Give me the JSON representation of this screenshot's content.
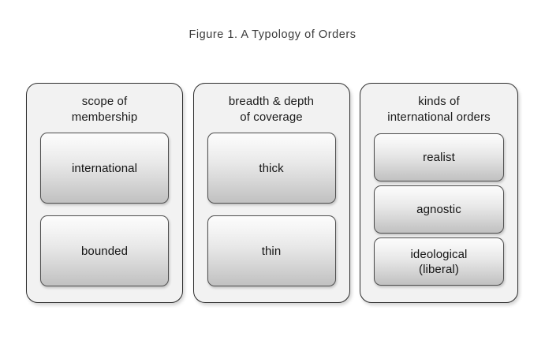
{
  "figure": {
    "title": "Figure 1. A Typology of Orders",
    "background_color": "#ffffff",
    "card_fill_color": "#f2f2f2",
    "box_gradient_top_color": "#fcfcfc",
    "box_gradient_bottom_color": "#c2c2c2",
    "border_color": "#2e2e2e",
    "title_color": "#3b3b3b"
  },
  "columns": [
    {
      "header": "scope of\nmembership",
      "items": [
        {
          "label": "international"
        },
        {
          "label": "bounded"
        }
      ]
    },
    {
      "header": "breadth & depth\nof coverage",
      "items": [
        {
          "label": "thick"
        },
        {
          "label": "thin"
        }
      ]
    },
    {
      "header": "kinds of\ninternational orders",
      "items": [
        {
          "label": "realist"
        },
        {
          "label": "agnostic"
        },
        {
          "label": "ideological\n(liberal)"
        }
      ]
    }
  ]
}
